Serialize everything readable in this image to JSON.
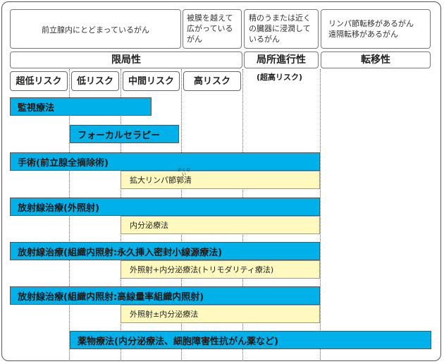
{
  "stages": {
    "localized_desc": "前立腺内にとどまっているがん",
    "capsule_desc": "被膜を越えて広がっているがん",
    "seminal_desc": "精のうまたは近くの臓器に浸潤しているがん",
    "metastatic_desc": "リンパ節転移があるがん\n遠隔転移があるがん"
  },
  "categories": {
    "localized": "限局性",
    "locally_advanced": "局所進行性",
    "metastatic": "転移性"
  },
  "risks": {
    "very_low": "超低リスク",
    "low": "低リスク",
    "intermediate": "中間リスク",
    "high": "高リスク",
    "very_high_note": "(超高リスク)"
  },
  "treatments": {
    "surveillance": "監視療法",
    "focal": "フォーカルセラピー",
    "surgery": "手術(前立腺全摘除術)",
    "lymph_base": "拡大リンパ節",
    "lymph_kaku": "郭",
    "lymph_kaku_ruby": "かくせい",
    "lymph_sei": "清",
    "radiation_external": "放射線治療(外照射)",
    "hormone": "内分泌療法",
    "brachy_seed": "放射線治療(組織内照射:永久挿入密封小線源療法)",
    "brachy_seed_sub": "外照射+内分泌療法(トリモダリティ療法)",
    "brachy_hdr": "放射線治療(組織内照射:高線量率組織内照射)",
    "brachy_hdr_sub": "外照射±内分泌療法",
    "drug": "薬物療法(内分泌療法、細胞障害性抗がん薬など)"
  }
}
